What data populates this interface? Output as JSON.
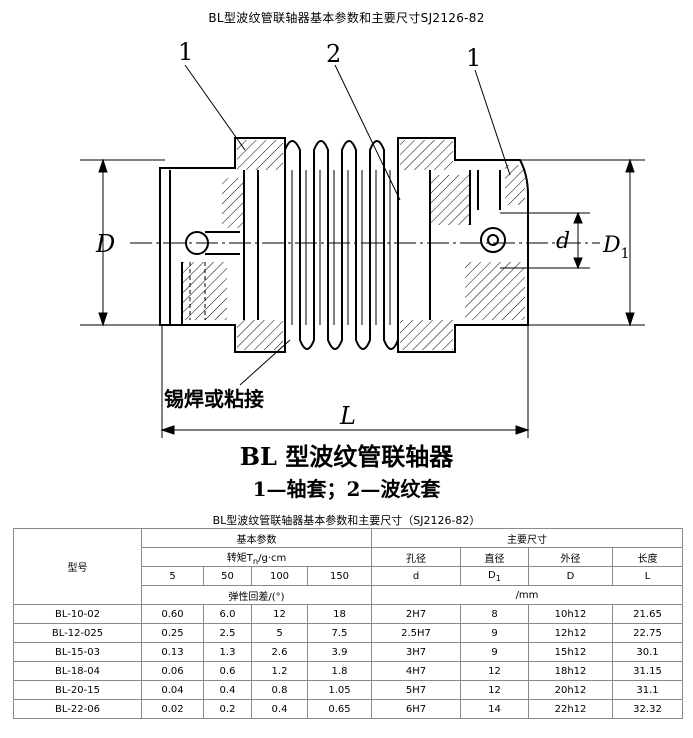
{
  "page_title": "BL型波纹管联轴器基本参数和主要尺寸SJ2126-82",
  "drawing": {
    "part_label_1_left": "1",
    "part_label_2": "2",
    "part_label_1_right": "1",
    "dim_D": "D",
    "dim_d": "d",
    "dim_D1": "D",
    "dim_D1_sub": "1",
    "dim_L": "L",
    "weld_note": "锡焊或粘接"
  },
  "caption": {
    "line1": "BL 型波纹管联轴器",
    "line2": "1—轴套；2—波纹套"
  },
  "table": {
    "title": "BL型波纹管联轴器基本参数和主要尺寸（SJ2126-82）",
    "model_header": "型号",
    "basic_params_header": "基本参数",
    "main_dims_header": "主要尺寸",
    "torque_header": "转矩T",
    "torque_sub": "n",
    "torque_unit": "/g·cm",
    "torque_values": [
      "5",
      "50",
      "100",
      "150"
    ],
    "elastic_header": "弹性回差/(°)",
    "unit_mm": "/mm",
    "dim_headers": [
      {
        "name": "孔径",
        "symbol": "d",
        "sub": ""
      },
      {
        "name": "直径",
        "symbol": "D",
        "sub": "1"
      },
      {
        "name": "外径",
        "symbol": "D",
        "sub": ""
      },
      {
        "name": "长度",
        "symbol": "L",
        "sub": ""
      }
    ],
    "rows": [
      {
        "model": "BL-10-02",
        "backlash": [
          "0.60",
          "6.0",
          "12",
          "18"
        ],
        "bore": "2H7",
        "d1": "8",
        "outer": "10h12",
        "length": "21.65"
      },
      {
        "model": "BL-12-025",
        "backlash": [
          "0.25",
          "2.5",
          "5",
          "7.5"
        ],
        "bore": "2.5H7",
        "d1": "9",
        "outer": "12h12",
        "length": "22.75"
      },
      {
        "model": "BL-15-03",
        "backlash": [
          "0.13",
          "1.3",
          "2.6",
          "3.9"
        ],
        "bore": "3H7",
        "d1": "9",
        "outer": "15h12",
        "length": "30.1"
      },
      {
        "model": "BL-18-04",
        "backlash": [
          "0.06",
          "0.6",
          "1.2",
          "1.8"
        ],
        "bore": "4H7",
        "d1": "12",
        "outer": "18h12",
        "length": "31.15"
      },
      {
        "model": "BL-20-15",
        "backlash": [
          "0.04",
          "0.4",
          "0.8",
          "1.05"
        ],
        "bore": "5H7",
        "d1": "12",
        "outer": "20h12",
        "length": "31.1"
      },
      {
        "model": "BL-22-06",
        "backlash": [
          "0.02",
          "0.2",
          "0.4",
          "0.65"
        ],
        "bore": "6H7",
        "d1": "14",
        "outer": "22h12",
        "length": "32.32"
      }
    ]
  }
}
